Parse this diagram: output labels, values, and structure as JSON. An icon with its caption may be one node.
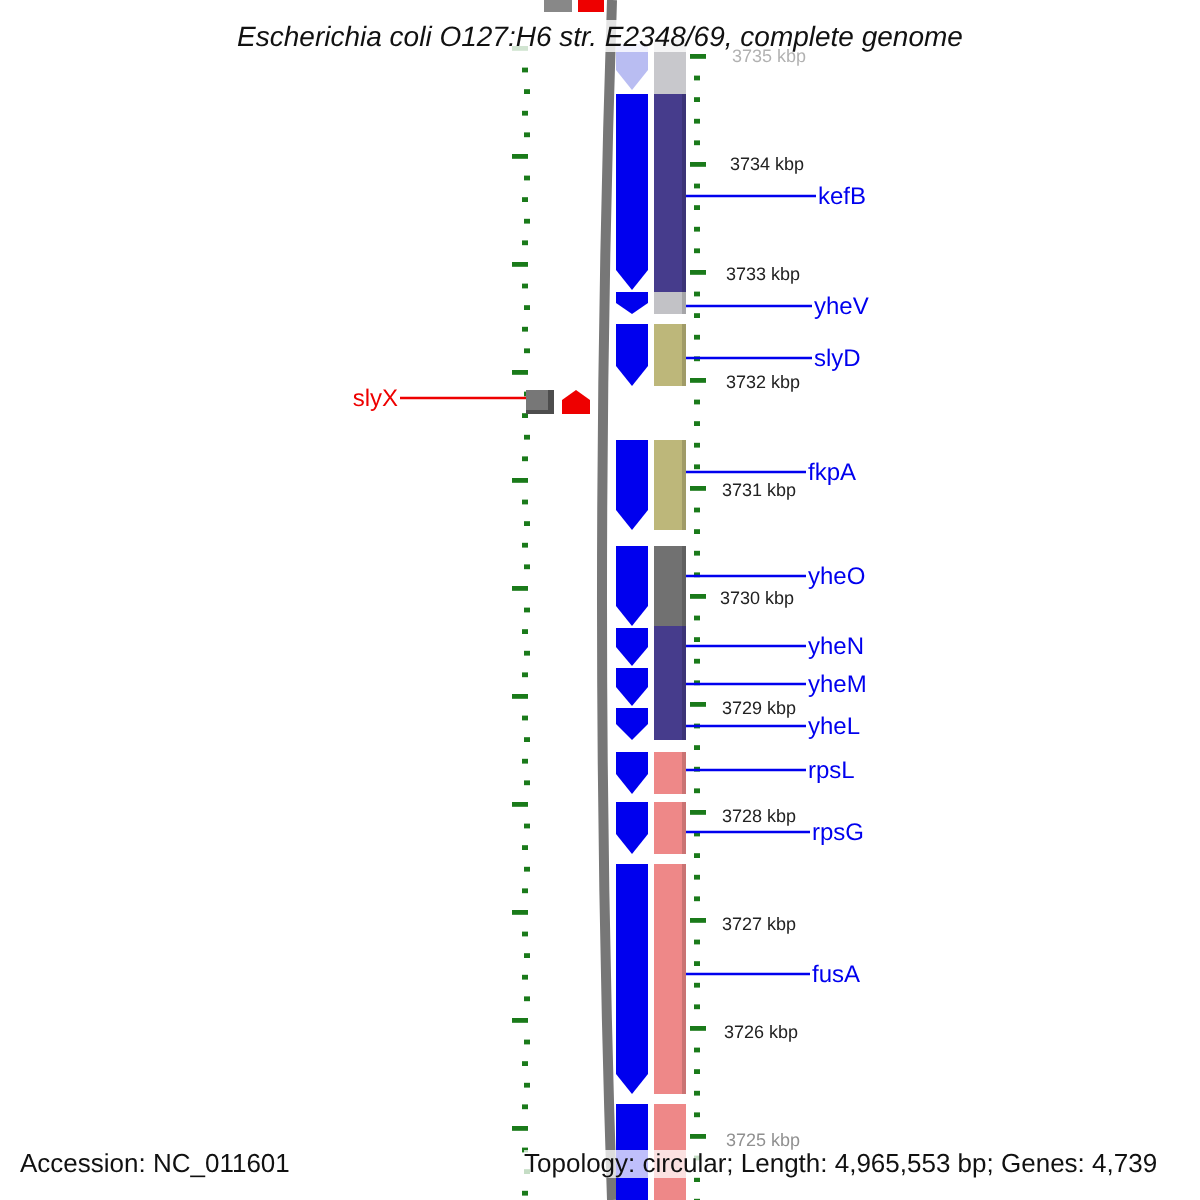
{
  "diagram": {
    "title": "Escherichia coli O127:H6 str. E2348/69, complete genome",
    "nodes": [
      {
        "text": [
          "kefB"
        ]
      },
      {
        "text": [],
        "shape": "bar"
      },
      {
        "text": [
          "yheV"
        ]
      },
      {
        "text": [],
        "shape": "bar"
      },
      {
        "text": [
          "slyD"
        ]
      },
      {
        "text": [],
        "shape": "bar"
      },
      {
        "text": [
          "slyX"
        ]
      },
      {
        "text": [],
        "shape": "box"
      },
      {
        "text": [
          "fkpA"
        ]
      },
      {
        "text": [],
        "shape": "bar"
      },
      {
        "text": [
          "yheO"
        ]
      },
      {
        "text": [],
        "shape": "bar"
      },
      {
        "text": [
          "yheN"
        ]
      },
      {
        "text": [],
        "shape": "bar"
      },
      {
        "text": [
          "yheM"
        ]
      },
      {
        "text": [],
        "shape": "bar"
      },
      {
        "text": [
          "yheL"
        ]
      },
      {
        "text": [],
        "shape": "bar"
      },
      {
        "text": [
          "rpsL"
        ]
      },
      {
        "text": [],
        "shape": "bar"
      },
      {
        "text": [
          "rpsG"
        ]
      },
      {
        "text": [],
        "shape": "bar"
      },
      {
        "text": [
          "fusA"
        ]
      },
      {
        "text": [],
        "shape": "bar"
      }
    ],
    "edges": [
      {
        "from": 0,
        "to": 1,
        "arrow": "none"
      },
      {
        "from": 2,
        "to": 3,
        "arrow": "none"
      },
      {
        "from": 4,
        "to": 5,
        "arrow": "none"
      },
      {
        "from": 6,
        "to": 7,
        "arrow": "none",
        "color": "#ee0000"
      },
      {
        "from": 8,
        "to": 9,
        "arrow": "none"
      },
      {
        "from": 10,
        "to": 11,
        "arrow": "none"
      },
      {
        "from": 12,
        "to": 13,
        "arrow": "none"
      },
      {
        "from": 14,
        "to": 15,
        "arrow": "none"
      },
      {
        "from": 16,
        "to": 17,
        "arrow": "none"
      },
      {
        "from": 18,
        "to": 19,
        "arrow": "none"
      },
      {
        "from": 20,
        "to": 21,
        "arrow": "none"
      },
      {
        "from": 22,
        "to": 23,
        "arrow": "none"
      }
    ],
    "labels": [
      "3735 kbp",
      "3734 kbp",
      "3733 kbp",
      "3732 kbp",
      "3731 kbp",
      "3730 kbp",
      "3729 kbp",
      "3728 kbp",
      "3727 kbp",
      "3726 kbp",
      "3725 kbp",
      "Accession: NC_011601",
      "Topology: circular; Length: 4,965,553 bp; Genes: 4,739"
    ]
  }
}
